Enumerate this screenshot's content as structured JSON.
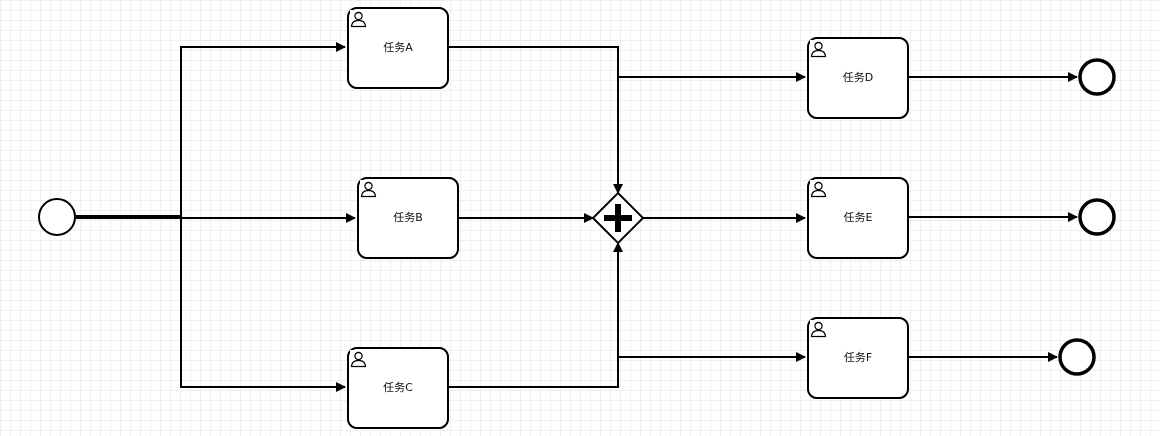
{
  "diagram": {
    "tasks": [
      {
        "id": "task-a",
        "label": "任务A"
      },
      {
        "id": "task-b",
        "label": "任务B"
      },
      {
        "id": "task-c",
        "label": "任务C"
      },
      {
        "id": "task-d",
        "label": "任务D"
      },
      {
        "id": "task-e",
        "label": "任务E"
      },
      {
        "id": "task-f",
        "label": "任务F"
      }
    ],
    "gateway": {
      "type": "parallel",
      "symbol": "+"
    },
    "task_icon": "user-icon",
    "colors": {
      "stroke": "#000000",
      "fill": "#ffffff",
      "grid": "#efefef"
    }
  }
}
